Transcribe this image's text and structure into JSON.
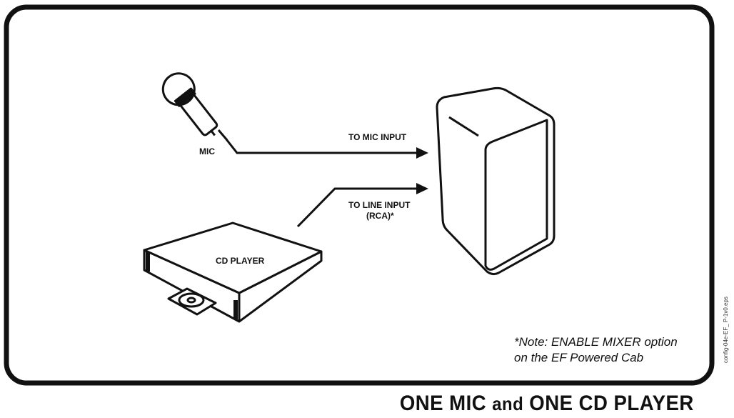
{
  "diagram": {
    "labels": {
      "mic": "MIC",
      "to_mic_input": "TO MIC INPUT",
      "to_line_input_1": "TO LINE INPUT",
      "to_line_input_2": "(RCA)*",
      "cd_player": "CD PLAYER"
    },
    "note_line1": "*Note: ENABLE MIXER option",
    "note_line2": "on the EF Powered Cab",
    "title_part1": "ONE MIC",
    "title_and": "and",
    "title_part2": "ONE CD PLAYER",
    "file_code": "config-04e-EF_ P-1v0.eps"
  },
  "icons": [
    "microphone-icon",
    "cd-player-icon",
    "powered-speaker-icon",
    "arrow-icon"
  ],
  "colors": {
    "line": "#111111",
    "background": "#ffffff"
  }
}
